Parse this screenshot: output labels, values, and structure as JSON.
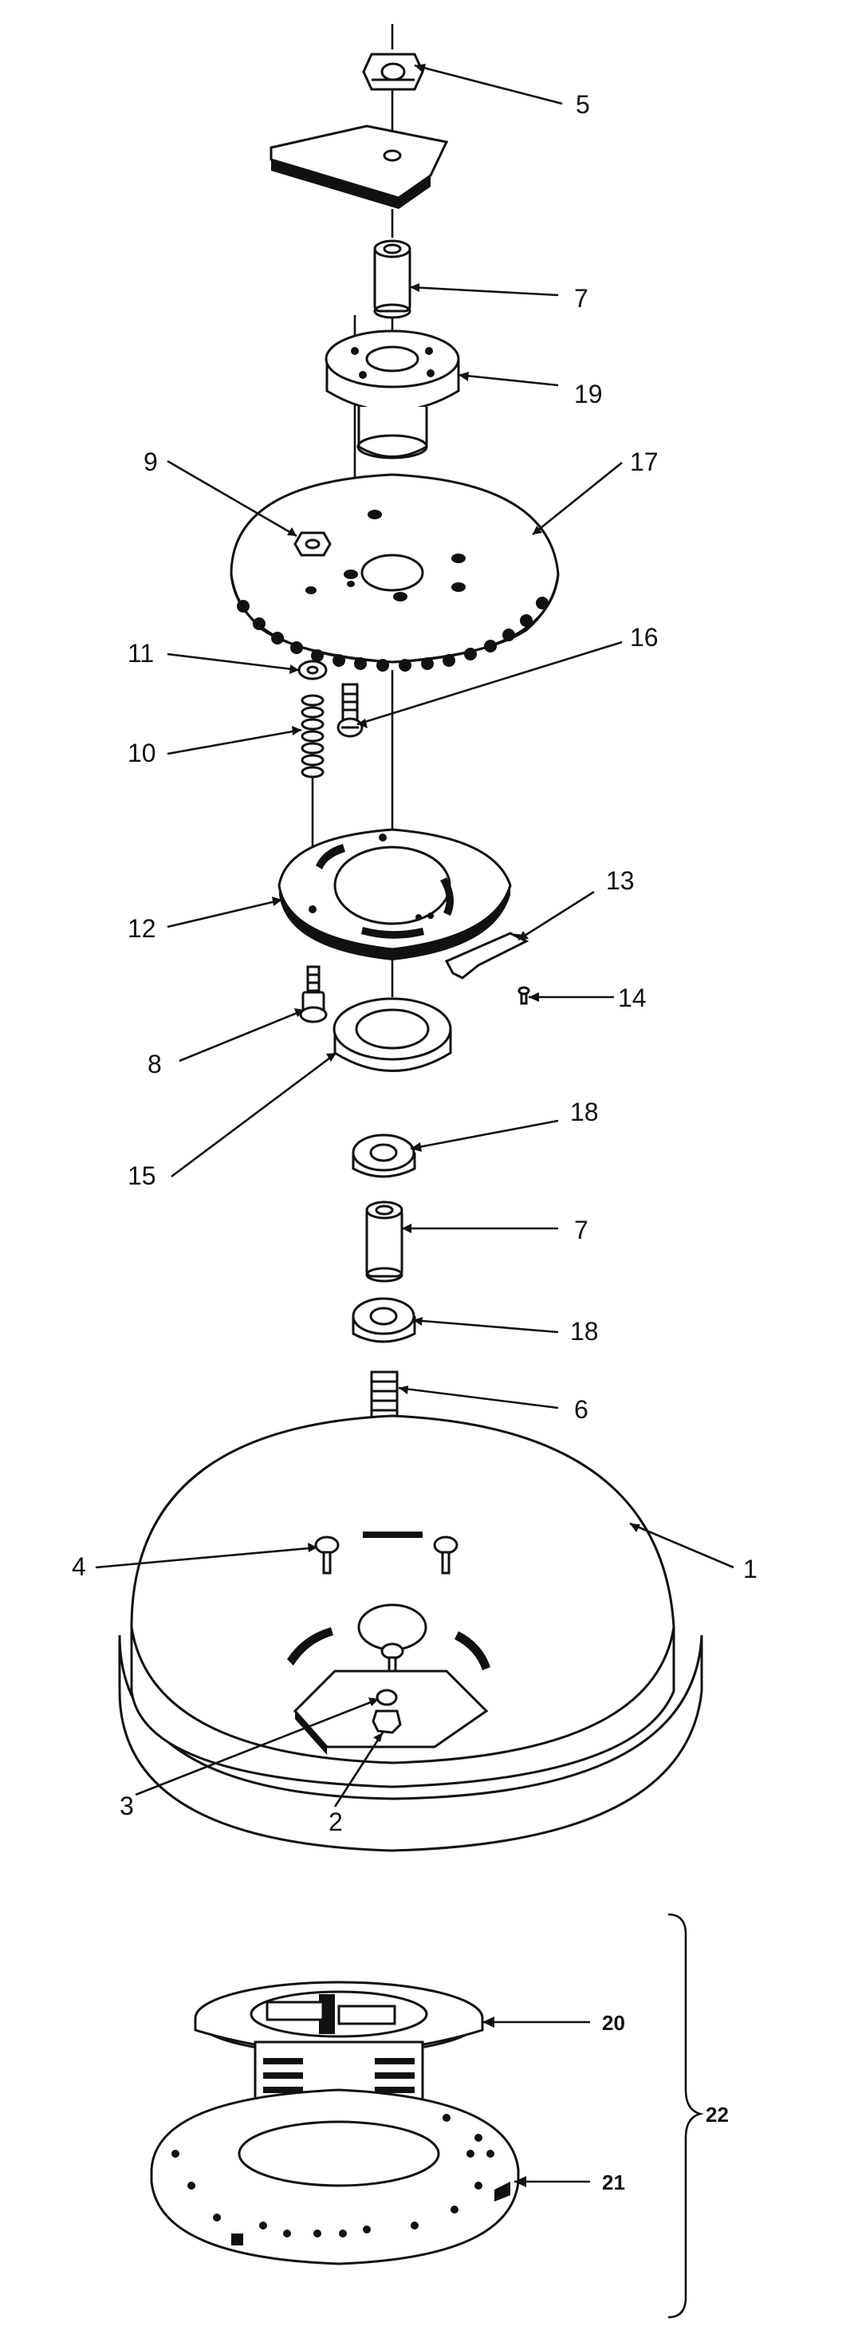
{
  "callouts": [
    {
      "id": "c5",
      "text": "5"
    },
    {
      "id": "c7a",
      "text": "7"
    },
    {
      "id": "c19",
      "text": "19"
    },
    {
      "id": "c9",
      "text": "9"
    },
    {
      "id": "c17",
      "text": "17"
    },
    {
      "id": "c11",
      "text": "11"
    },
    {
      "id": "c16",
      "text": "16"
    },
    {
      "id": "c10",
      "text": "10"
    },
    {
      "id": "c13",
      "text": "13"
    },
    {
      "id": "c12",
      "text": "12"
    },
    {
      "id": "c14",
      "text": "14"
    },
    {
      "id": "c8",
      "text": "8"
    },
    {
      "id": "c18a",
      "text": "18"
    },
    {
      "id": "c15",
      "text": "15"
    },
    {
      "id": "c7b",
      "text": "7"
    },
    {
      "id": "c18b",
      "text": "18"
    },
    {
      "id": "c6",
      "text": "6"
    },
    {
      "id": "c4",
      "text": "4"
    },
    {
      "id": "c1",
      "text": "1"
    },
    {
      "id": "c3",
      "text": "3"
    },
    {
      "id": "c2",
      "text": "2"
    },
    {
      "id": "c20",
      "text": "20"
    },
    {
      "id": "c21",
      "text": "21"
    },
    {
      "id": "c22",
      "text": "22"
    }
  ]
}
